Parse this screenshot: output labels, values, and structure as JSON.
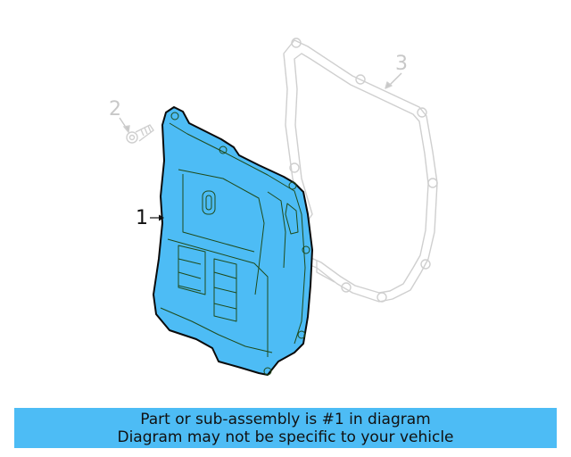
{
  "diagram": {
    "callouts": [
      {
        "number": "1",
        "part": "oil-pan",
        "highlighted": true
      },
      {
        "number": "2",
        "part": "bolt",
        "highlighted": false
      },
      {
        "number": "3",
        "part": "gasket",
        "highlighted": false
      }
    ],
    "colors": {
      "highlight_fill": "#4dbcf5",
      "highlight_outline": "#0a0a0a",
      "highlight_detail": "#1f4a1a",
      "ghost_outline": "#cfcfcf"
    }
  },
  "banner": {
    "line1": "Part or sub-assembly is #1 in diagram",
    "line2": "Diagram may not be specific to your vehicle",
    "background": "#4dbcf5"
  }
}
